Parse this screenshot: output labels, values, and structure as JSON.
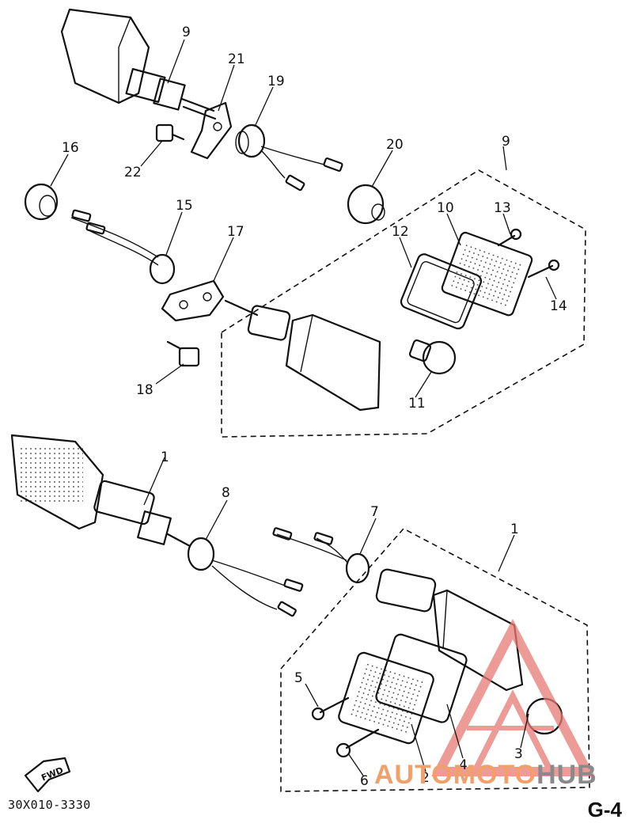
{
  "diagram": {
    "callouts": [
      "9",
      "21",
      "19",
      "22",
      "20",
      "16",
      "15",
      "17",
      "10",
      "13",
      "12",
      "14",
      "18",
      "11",
      "1",
      "8",
      "7",
      "5",
      "4",
      "3",
      "2",
      "6"
    ]
  },
  "footer": {
    "part_code": "30X010-3330",
    "page_label": "G-4",
    "fwd_label": "FWD"
  },
  "watermark": {
    "part_a": "AUTOMOTO",
    "part_b": "HUB",
    "accent_color": "#e87a73"
  }
}
